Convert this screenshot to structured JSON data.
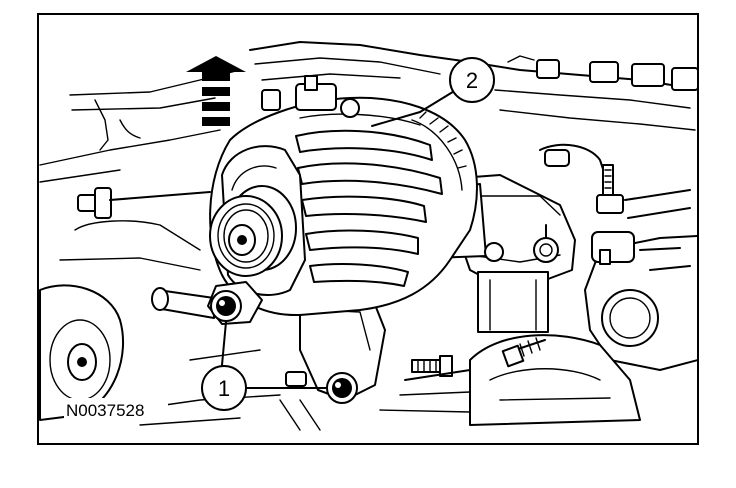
{
  "figure": {
    "id_label": "N0037528",
    "callouts": [
      {
        "number": "1"
      },
      {
        "number": "2"
      }
    ],
    "colors": {
      "ink": "#000000",
      "paper": "#ffffff"
    },
    "icons": [
      "up-arrow-icon"
    ]
  }
}
